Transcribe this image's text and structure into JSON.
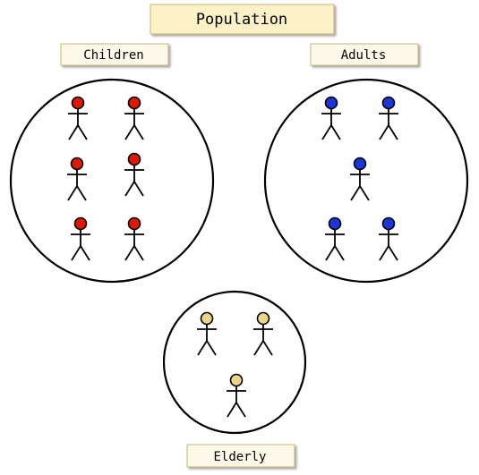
{
  "title": "Population",
  "groups": [
    {
      "key": "children",
      "label": "Children",
      "count": 6,
      "color": "#dd1a00"
    },
    {
      "key": "adults",
      "label": "Adults",
      "count": 5,
      "color": "#1a35d8"
    },
    {
      "key": "elderly",
      "label": "Elderly",
      "count": 3,
      "color": "#ecd588"
    }
  ],
  "colors": {
    "label_fill": "#fdf8e8",
    "title_fill": "#fcf2c6",
    "stroke": "#000000"
  }
}
